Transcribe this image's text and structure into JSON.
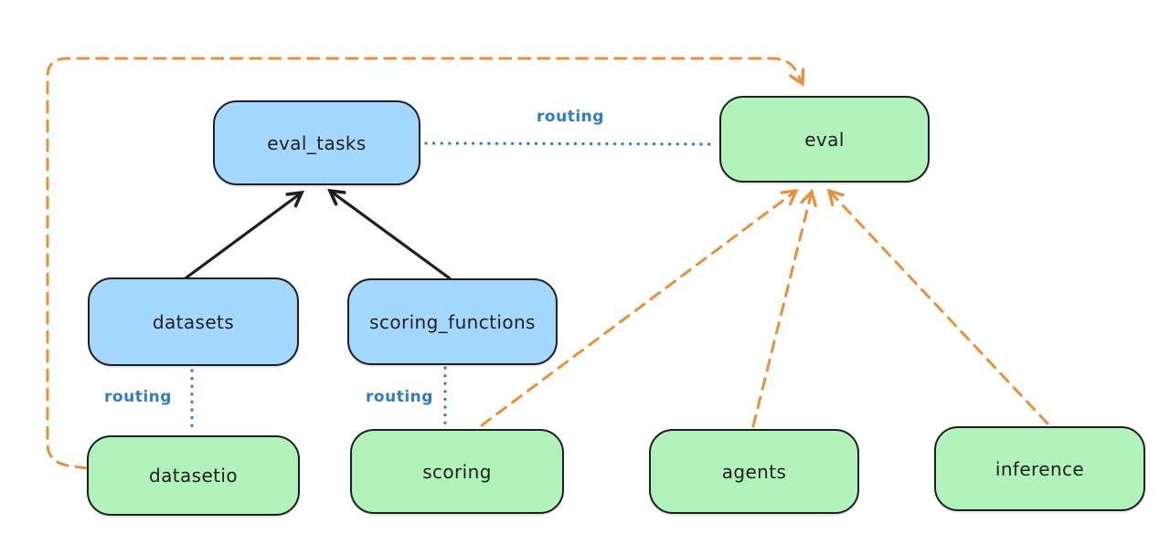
{
  "colors": {
    "background": "#ffffff",
    "node_border": "#1e1e1e",
    "blue_node_fill": "#a5d8ff",
    "green_node_fill": "#b2f2bb",
    "routing_blue": "#2f7cc6",
    "dashed_orange": "#e8913a",
    "solid_arrow_black": "#1e1e1e"
  },
  "nodes": [
    {
      "id": "eval_tasks",
      "label": "eval_tasks",
      "fill": "#a5d8ff"
    },
    {
      "id": "eval",
      "label": "eval",
      "fill": "#b2f2bb"
    },
    {
      "id": "datasets",
      "label": "datasets",
      "fill": "#a5d8ff"
    },
    {
      "id": "scoring_functions",
      "label": "scoring_functions",
      "fill": "#a5d8ff"
    },
    {
      "id": "datasetio",
      "label": "datasetio",
      "fill": "#b2f2bb"
    },
    {
      "id": "scoring",
      "label": "scoring",
      "fill": "#b2f2bb"
    },
    {
      "id": "agents",
      "label": "agents",
      "fill": "#b2f2bb"
    },
    {
      "id": "inference",
      "label": "inference",
      "fill": "#b2f2bb"
    }
  ],
  "edge_labels": [
    {
      "id": "routing-eval-tasks-to-eval",
      "label": "routing"
    },
    {
      "id": "routing-datasets-to-datasetio",
      "label": "routing"
    },
    {
      "id": "routing-scoring-functions-to-scoring",
      "label": "routing"
    }
  ]
}
